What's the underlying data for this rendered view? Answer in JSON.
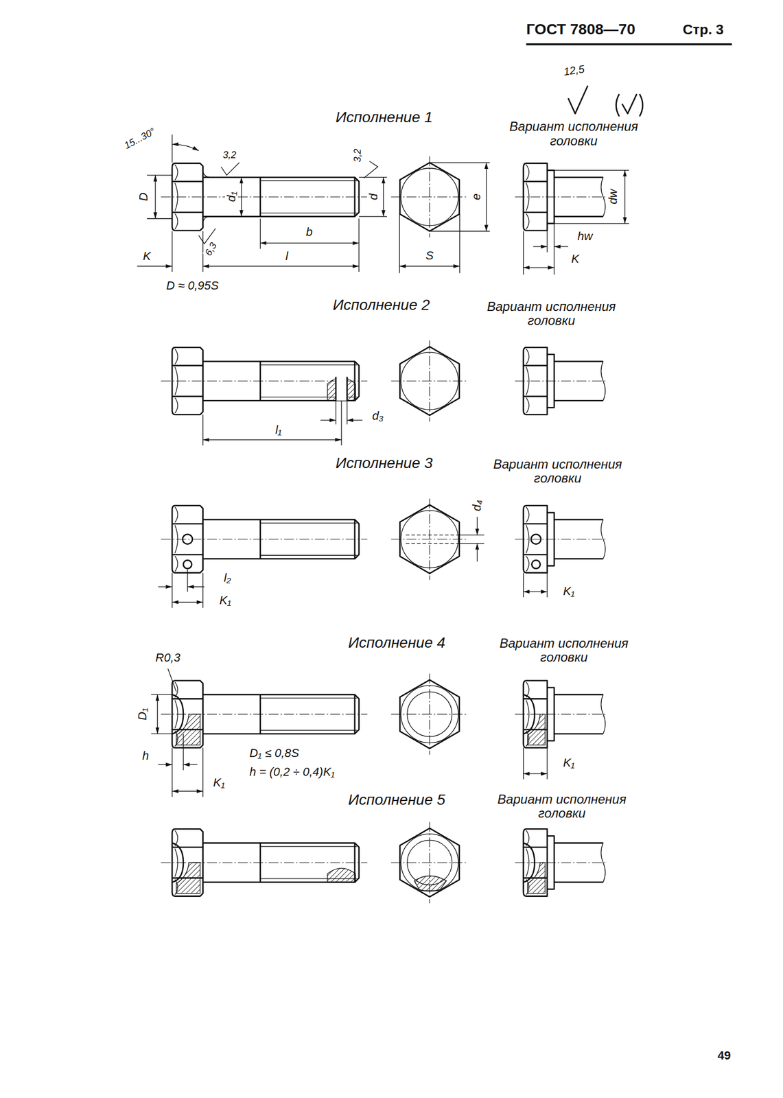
{
  "diagram": {
    "labels": [
      "ГОСТ 7808—70",
      "Стр. 3",
      "12,5",
      "Исполнение 1",
      "Вариант исполнения головки",
      "15...30°",
      "3,2",
      "3,2",
      "D",
      "d₁",
      "d",
      "e",
      "dw",
      "b",
      "6,3",
      "K",
      "l",
      "S",
      "hw",
      "K",
      "D ≈ 0,95S",
      "Исполнение 2",
      "Вариант исполнения головки",
      "l₁",
      "d₃",
      "Исполнение 3",
      "Вариант исполнения головки",
      "d₄",
      "l₂",
      "K₁",
      "K₁",
      "Исполнение 4",
      "Вариант исполнения головки",
      "R0,3",
      "D₁",
      "h",
      "D₁ ≤ 0,8S",
      "h = (0,2 ÷ 0,4)K₁",
      "K₁",
      "K₁",
      "Исполнение 5",
      "Вариант исполнения головки",
      "49"
    ]
  }
}
